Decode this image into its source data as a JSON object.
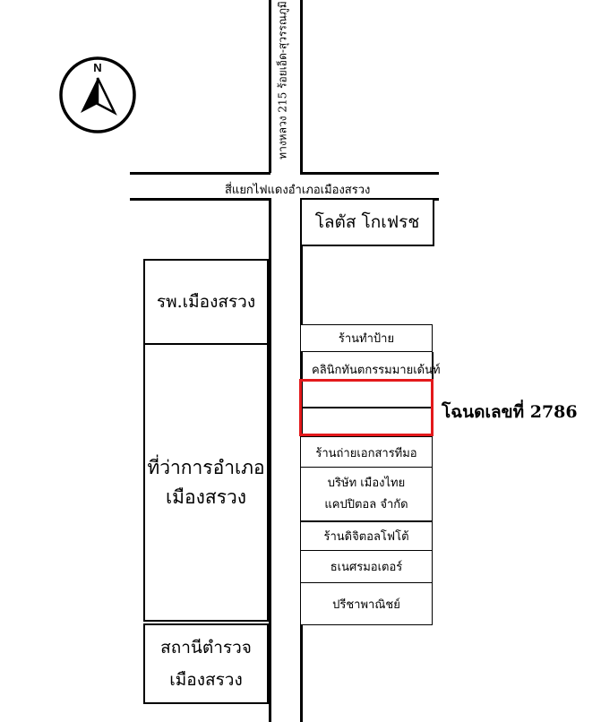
{
  "compass": {
    "label": "N"
  },
  "roads": {
    "vertical_road": "ทางหลวง 215 ร้อยเอ็ด-สุวรรณภูมิ",
    "intersection": "สี่แยกไฟแดงอำเภอเมืองสรวง"
  },
  "left_side": {
    "hospital": "รพ.เมืองสรวง",
    "district_office": [
      "ที่ว่าการอำเภอ",
      "เมืองสรวง"
    ],
    "police_station": [
      "สถานีตำรวจ",
      "เมืองสรวง"
    ]
  },
  "right_side": {
    "lotus": "โลตัส โกเฟรช",
    "sign_shop": "ร้านทำป้าย",
    "dental_clinic": "คลินิกทันตกรรมมายเด้นท์",
    "copy_shop": "ร้านถ่ายเอกสารทีมอ",
    "company": [
      "บริษัท เมืองไทย",
      "แคปปิตอล จำกัด"
    ],
    "digital_photo": "ร้านดิจิตอลโฟโต้",
    "motor_shop": "ธเนศรมอเตอร์",
    "pricha_shop": "ปรีชาพาณิชย์"
  },
  "highlight": {
    "label": "โฉนดเลขที่ 2786",
    "color": "#e3191b"
  }
}
